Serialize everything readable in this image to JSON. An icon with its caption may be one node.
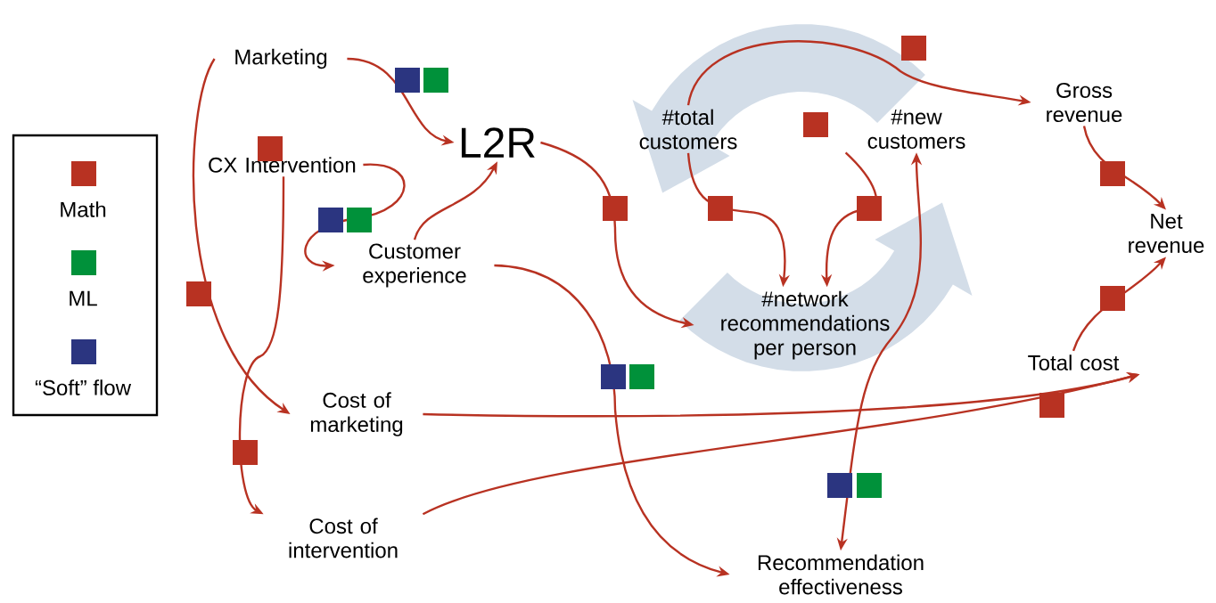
{
  "diagram": {
    "nodes": [
      {
        "text": [
          "Marketing"
        ]
      },
      {
        "text": [
          "CX Intervention"
        ]
      },
      {
        "text": [
          "L2R"
        ]
      },
      {
        "text": [
          "Customer experience"
        ]
      },
      {
        "text": [
          "#total customers"
        ]
      },
      {
        "text": [
          "#new customers"
        ]
      },
      {
        "text": [
          "Gross revenue"
        ]
      },
      {
        "text": [
          "Net revenue"
        ]
      },
      {
        "text": [
          "#network recommendations per person"
        ]
      },
      {
        "text": [
          "Total cost"
        ]
      },
      {
        "text": [
          "Cost of marketing"
        ]
      },
      {
        "text": [
          "Cost of intervention"
        ]
      },
      {
        "text": [
          "Recommendation effectiveness"
        ]
      }
    ],
    "edges": [
      {
        "from": 0,
        "to": 2,
        "arrow": "to"
      },
      {
        "from": 0,
        "to": 10,
        "arrow": "to"
      },
      {
        "from": 1,
        "to": 3,
        "arrow": "to"
      },
      {
        "from": 1,
        "to": 11,
        "arrow": "to"
      },
      {
        "from": 3,
        "to": 2,
        "arrow": "to"
      },
      {
        "from": 2,
        "to": 8,
        "arrow": "to"
      },
      {
        "from": 3,
        "to": 12,
        "arrow": "to"
      },
      {
        "from": 4,
        "to": 6,
        "arrow": "to"
      },
      {
        "from": 4,
        "to": 8,
        "arrow": "to"
      },
      {
        "from": 5,
        "to": 8,
        "arrow": "to"
      },
      {
        "from": 12,
        "to": 5,
        "arrow": "both"
      },
      {
        "from": 6,
        "to": 7,
        "arrow": "to"
      },
      {
        "from": 9,
        "to": 7,
        "arrow": "to"
      },
      {
        "from": 10,
        "to": 9,
        "arrow": "to"
      },
      {
        "from": 11,
        "to": 9,
        "arrow": "to"
      }
    ],
    "legend": [
      {
        "text": "Math",
        "color": "#b83222"
      },
      {
        "text": "ML",
        "color": "#00913a"
      },
      {
        "text": "“Soft” flow",
        "color": "#2b3580"
      }
    ]
  }
}
